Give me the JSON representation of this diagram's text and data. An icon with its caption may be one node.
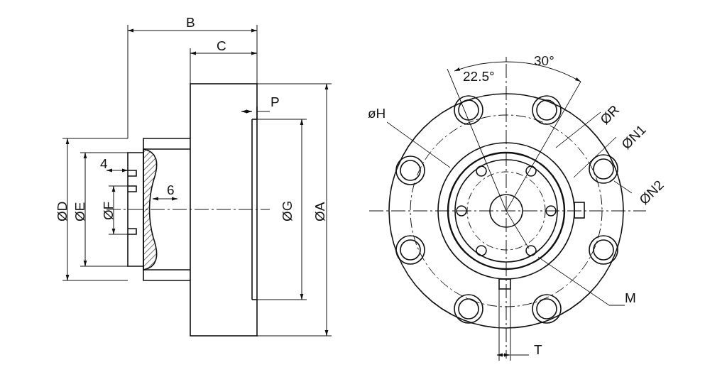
{
  "diagram": {
    "nodes": [
      {
        "text": [
          "øH"
        ]
      },
      {
        "text": [
          "ØR"
        ]
      },
      {
        "text": [
          "ØN1"
        ]
      },
      {
        "text": [
          "ØN2"
        ]
      },
      {
        "text": [
          "M"
        ]
      }
    ],
    "edges": [
      {
        "from": 0,
        "to": null,
        "arrow": "none"
      },
      {
        "from": 1,
        "to": null,
        "arrow": "none"
      },
      {
        "from": 2,
        "to": null,
        "arrow": "none"
      },
      {
        "from": 3,
        "to": null,
        "arrow": "none"
      },
      {
        "from": 4,
        "to": null,
        "arrow": "none"
      }
    ],
    "labels": [
      "B",
      "C",
      "P",
      "22.5°",
      "30°",
      "ØD",
      "ØE",
      "4",
      "ØF",
      "6",
      "ØG",
      "ØA",
      "T"
    ]
  }
}
